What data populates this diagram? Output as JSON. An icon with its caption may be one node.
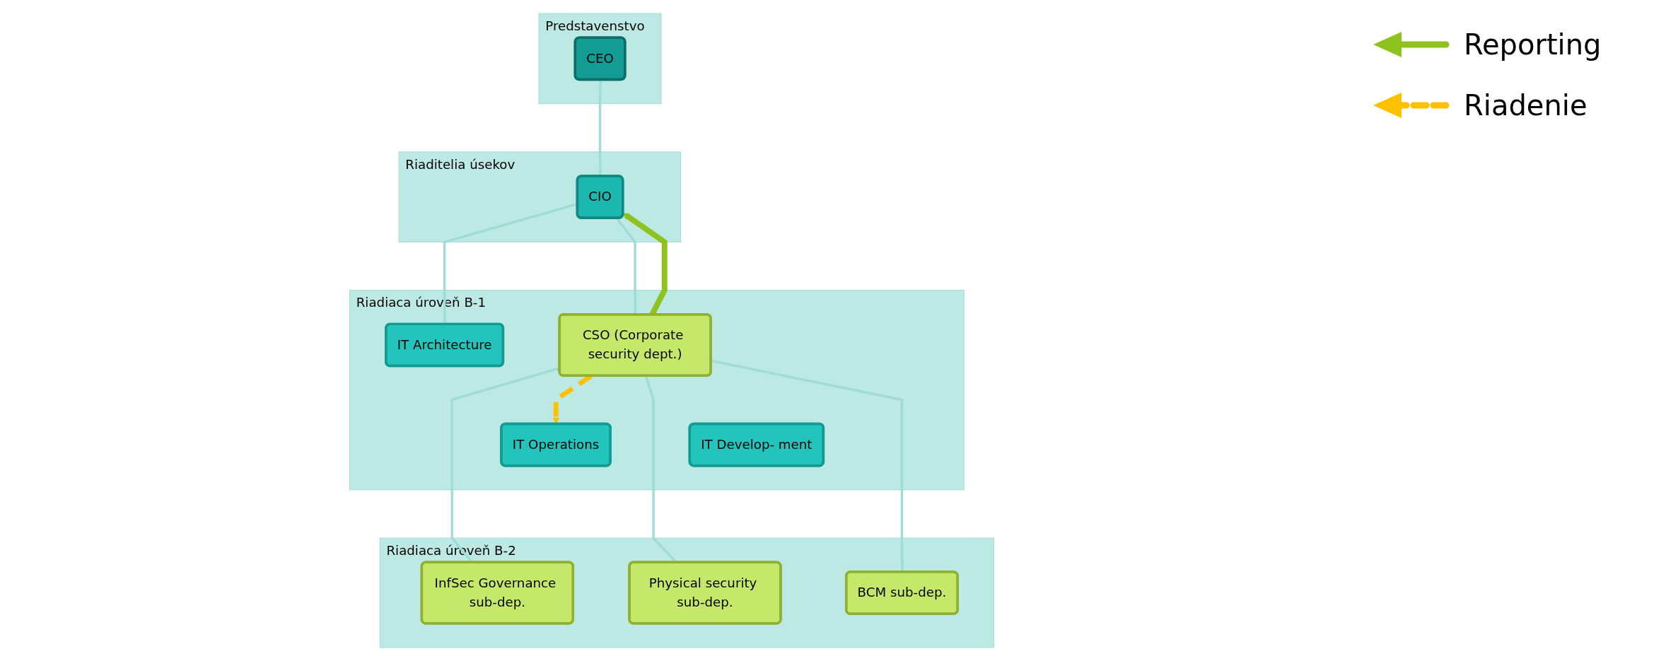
{
  "diagram": {
    "nodes": [
      {
        "text": [
          "Predstavenstvo"
        ]
      },
      {
        "text": [
          "CEO"
        ],
        "in": 0
      },
      {
        "text": [
          "Riaditelia úsekov"
        ]
      },
      {
        "text": [
          "CIO"
        ],
        "in": 2
      },
      {
        "text": [
          "Riadiaca úroveň B-1"
        ]
      },
      {
        "text": [
          "IT Operations"
        ],
        "in": 4
      },
      {
        "text": [
          "IT Develop- ment"
        ],
        "in": 4
      },
      {
        "text": [
          "IT Architecture"
        ],
        "in": 4
      },
      {
        "text": [
          "CSO (Corporate security dept.)"
        ],
        "in": 4
      },
      {
        "text": [
          "Riadiaca úroveň B-2"
        ]
      },
      {
        "text": [
          "InfSec Governance sub-dep."
        ],
        "in": 9
      },
      {
        "text": [
          "Physical security sub-dep."
        ],
        "in": 9
      },
      {
        "text": [
          "BCM sub-dep."
        ],
        "in": 9
      }
    ],
    "edges": [
      {
        "from": 1,
        "to": 3,
        "arrow": "none"
      },
      {
        "from": 3,
        "to": 7,
        "arrow": "none"
      },
      {
        "from": 3,
        "to": 8,
        "arrow": "none"
      },
      {
        "from": 8,
        "to": 10,
        "arrow": "none"
      },
      {
        "from": 8,
        "to": 11,
        "arrow": "none"
      },
      {
        "from": 8,
        "to": 12,
        "arrow": "none"
      },
      {
        "from": 8,
        "to": 3,
        "arrow": "to",
        "style": "thick",
        "color": "#8dc21f"
      },
      {
        "from": 8,
        "to": 5,
        "arrow": "to",
        "style": "dashed",
        "color": "#ffc000"
      }
    ],
    "legend": [
      {
        "text": "Reporting"
      },
      {
        "text": "Riadenie"
      }
    ]
  }
}
